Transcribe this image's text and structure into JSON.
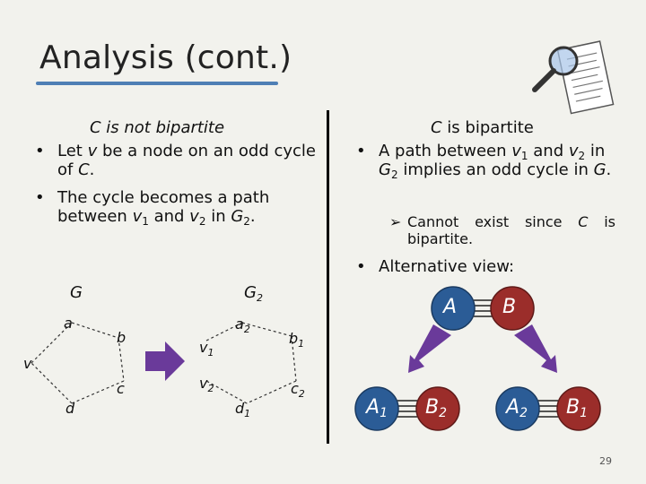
{
  "title": "Analysis (cont.)",
  "left": {
    "heading": "C is not bipartite",
    "bullet1": "Let v be a node on an odd cycle of C.",
    "bullet2": "The cycle becomes a path between v1 and v2 in G2."
  },
  "right": {
    "heading": "C is bipartite",
    "bullet1": "A path between v1 and v2 in G2 implies an odd cycle in G.",
    "sub_bullet": "Cannot exist since C is bipartite.",
    "bullet2": "Alternative view:"
  },
  "graph_G": {
    "name": "G",
    "nodes": [
      "a",
      "b",
      "c",
      "d",
      "v"
    ]
  },
  "graph_G2": {
    "name": "G2",
    "nodes": [
      "a2",
      "b1",
      "c2",
      "d1",
      "v1",
      "v2"
    ]
  },
  "bipartite_view": {
    "top": [
      "A",
      "B"
    ],
    "bottom": [
      "A1",
      "B2",
      "A2",
      "B1"
    ]
  },
  "colors": {
    "node_A": "#2b5c96",
    "node_B": "#9b2d2a",
    "arrow": "#6a3a9a",
    "title_underline": "#4f7fb5"
  },
  "icons": [
    "magnifier-document-icon",
    "right-arrow-icon"
  ],
  "page_number": "29"
}
